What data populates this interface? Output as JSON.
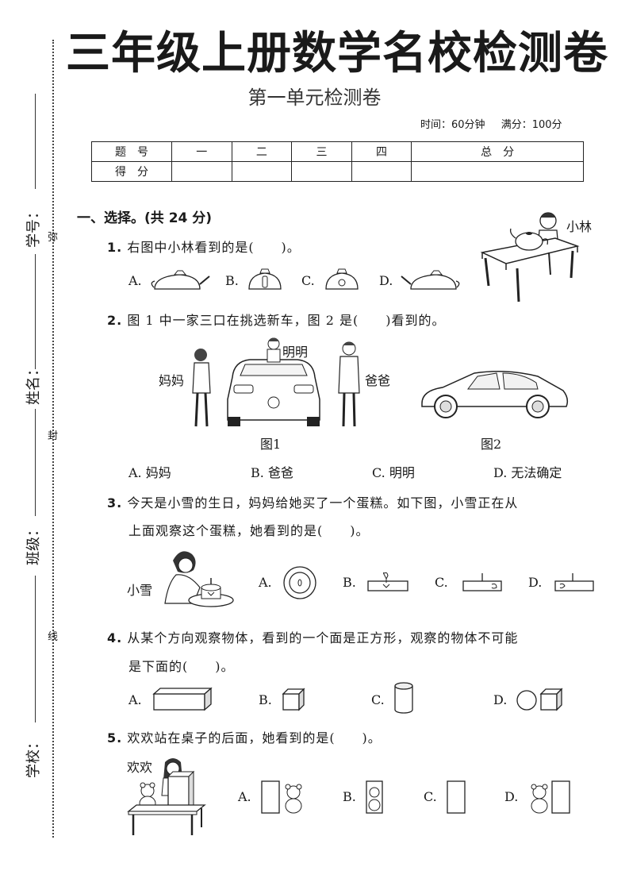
{
  "title": "三年级上册数学名校检测卷",
  "subtitle": "第一单元检测卷",
  "meta": {
    "time": "时间：60分钟",
    "full": "满分：100分"
  },
  "score_table": {
    "header": [
      "题　号",
      "一",
      "二",
      "三",
      "四",
      "总　分"
    ],
    "row_label": "得　分"
  },
  "side": {
    "labels": [
      "学号：",
      "姓名：",
      "班级：",
      "学校："
    ],
    "chars": [
      "弥",
      "封",
      "线"
    ]
  },
  "section1": "一、选择。(共 24 分)",
  "q1": {
    "num": "1.",
    "text": "右图中小林看到的是(　　)。",
    "options": [
      "A.",
      "B.",
      "C.",
      "D."
    ],
    "person": "小林"
  },
  "q2": {
    "num": "2.",
    "text": "图 1 中一家三口在挑选新车，图 2 是(　　)看到的。",
    "labels": {
      "mom": "妈妈",
      "ming": "明明",
      "dad": "爸爸"
    },
    "fig1": "图1",
    "fig2": "图2",
    "options": [
      "A.  妈妈",
      "B.  爸爸",
      "C.  明明",
      "D.  无法确定"
    ]
  },
  "q3": {
    "num": "3.",
    "line1": "今天是小雪的生日，妈妈给她买了一个蛋糕。如下图，小雪正在从",
    "line2": "上面观察这个蛋糕，她看到的是(　　)。",
    "person": "小雪",
    "options": [
      "A.",
      "B.",
      "C.",
      "D."
    ]
  },
  "q4": {
    "num": "4.",
    "line1": "从某个方向观察物体，看到的一个面是正方形，观察的物体不可能",
    "line2": "是下面的(　　)。",
    "options": [
      "A.",
      "B.",
      "C.",
      "D."
    ]
  },
  "q5": {
    "num": "5.",
    "text": "欢欢站在桌子的后面，她看到的是(　　)。",
    "person": "欢欢",
    "options": [
      "A.",
      "B.",
      "C.",
      "D."
    ]
  }
}
